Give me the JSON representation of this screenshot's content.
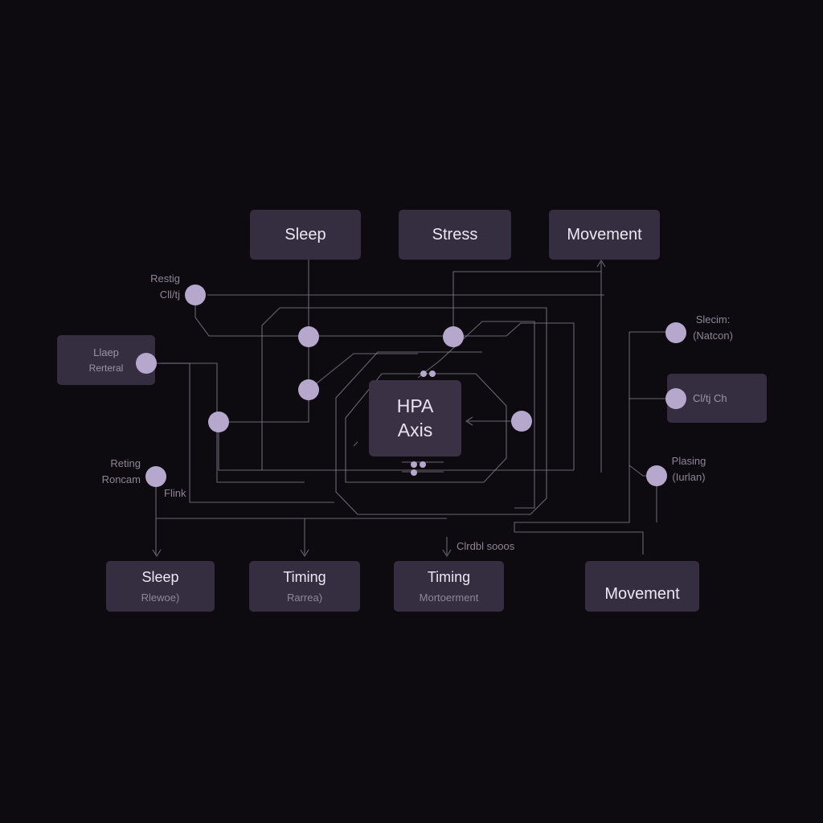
{
  "top_boxes": {
    "sleep": "Sleep",
    "stress": "Stress",
    "movement": "Movement"
  },
  "center": {
    "line1": "HPA",
    "line2": "Axis"
  },
  "left_box": {
    "line1": "Llaep",
    "line2": "Rerteral"
  },
  "right_box": {
    "label": "Cl/tj  Ch"
  },
  "bottom_boxes": [
    {
      "title": "Sleep",
      "sub": "Rlewoe)"
    },
    {
      "title": "Timing",
      "sub": "Rarrea)"
    },
    {
      "title": "Timing",
      "sub": "Mortoerment"
    },
    {
      "title": "Movement",
      "sub": ""
    }
  ],
  "labels": {
    "top_left_1": "Restig",
    "top_left_2": "Cll/tj",
    "mid_left_1": "Reting",
    "mid_left_2": "Roncam",
    "mid_left_3": "Flink",
    "top_right_1": "Slecim:",
    "top_right_2": "(Natcon)",
    "low_right_1": "Plasing",
    "low_right_2": "(Iurlan)",
    "bottom_mid": "Clrdbl sooos"
  },
  "colors": {
    "background": "#0d0b10",
    "box": "#352d40",
    "node": "#b6a8cc",
    "wire": "#8a8394"
  }
}
